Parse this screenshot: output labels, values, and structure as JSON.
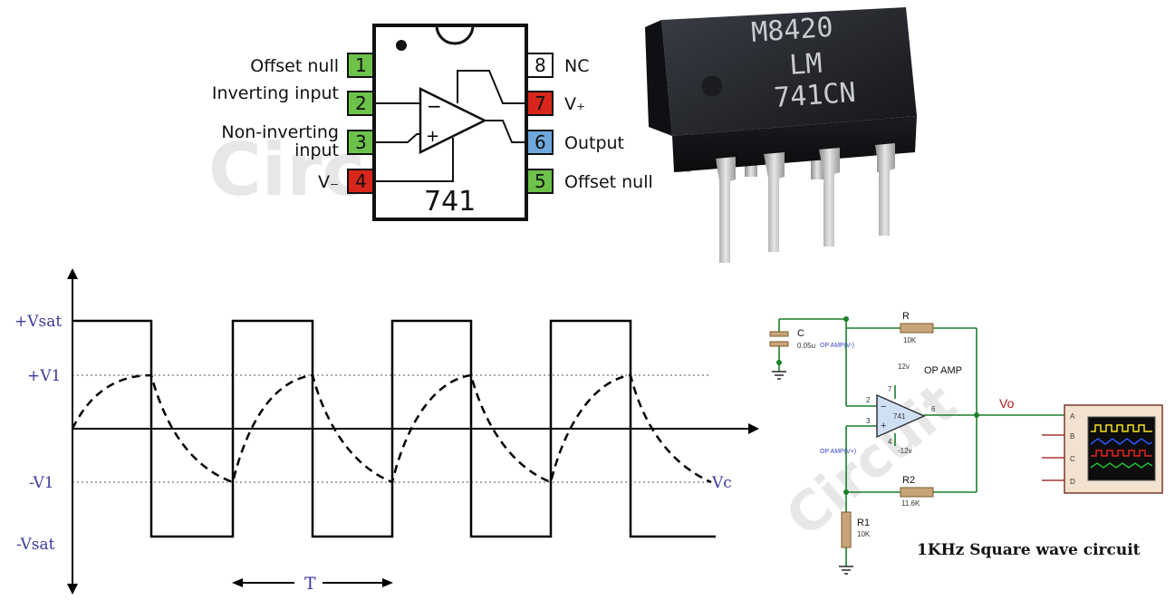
{
  "pinout": {
    "ic_label": "741",
    "left_pins": [
      {
        "num": "1",
        "label": "Offset null",
        "color": "#6cc24a"
      },
      {
        "num": "2",
        "label": "Inverting input",
        "color": "#6cc24a"
      },
      {
        "num": "3",
        "label": "Non-inverting",
        "label2": "input",
        "color": "#6cc24a"
      },
      {
        "num": "4",
        "label": "V₋",
        "color": "#d9261c"
      }
    ],
    "right_pins": [
      {
        "num": "8",
        "label": "NC",
        "color": "#ffffff"
      },
      {
        "num": "7",
        "label": "V₊",
        "color": "#d9261c"
      },
      {
        "num": "6",
        "label": "Output",
        "color": "#6fa8dc"
      },
      {
        "num": "5",
        "label": "Offset null",
        "color": "#6cc24a"
      }
    ]
  },
  "chip_photo": {
    "line1": "M8420",
    "line2": "LM",
    "line3": "741CN"
  },
  "waveform": {
    "labels": {
      "vsat_pos": "+Vsat",
      "v1_pos": "+V1",
      "v1_neg": "-V1",
      "vsat_neg": "-Vsat",
      "vc": "Vc",
      "period": "T"
    },
    "line_color": "#000000",
    "label_color": "#3b3aa0"
  },
  "schematic": {
    "capacitor": {
      "name": "C",
      "value": "0.05u"
    },
    "resistor_r": {
      "name": "R",
      "value": "10K"
    },
    "resistor_r2": {
      "name": "R2",
      "value": "11.6K"
    },
    "resistor_r1": {
      "name": "R1",
      "value": "10K"
    },
    "opamp_title": "OP AMP",
    "opamp_part": "741",
    "probe_neg": "OP AMP(V-)",
    "probe_pos": "OP AMP(V+)",
    "supply_pos": "12v",
    "supply_neg": "-12v",
    "pin2": "2",
    "pin3": "3",
    "pin6": "6",
    "pin4": "4",
    "pin7": "7",
    "output_label": "Vo",
    "scope_channels": [
      "A",
      "B",
      "C",
      "D"
    ],
    "caption": "1KHz Square wave circuit",
    "wire_color": "#1a7f2a"
  },
  "watermark": {
    "text": "Circuit"
  }
}
